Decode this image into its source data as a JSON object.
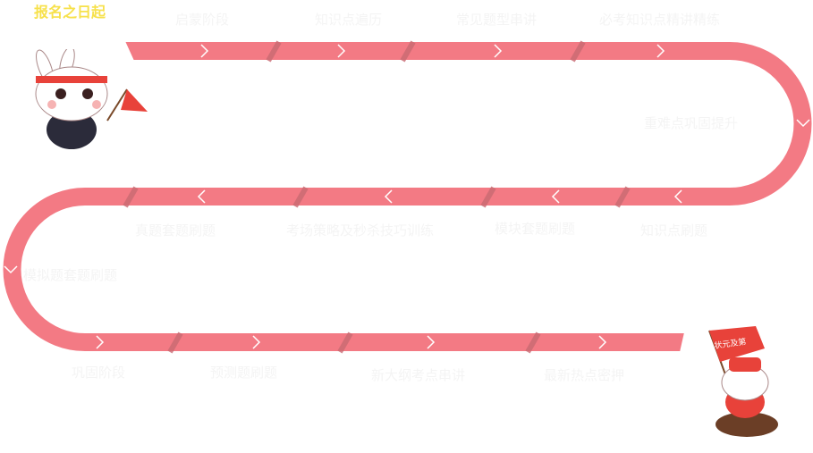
{
  "title": "报名之日起",
  "colors": {
    "track": "#f37a84",
    "stripe": "#c96a72",
    "label": "#f4f4f4",
    "title": "#f7e14b"
  },
  "row1": [
    "启蒙阶段",
    "知识点遍历",
    "常见题型串讲",
    "必考知识点精讲精练"
  ],
  "right_turn": "重难点巩固提升",
  "row2": [
    "知识点刷题",
    "模块套题刷题",
    "考场策略及秒杀技巧训练",
    "真题套题刷题"
  ],
  "left_turn": "模拟题套题刷题",
  "row3": [
    "巩固阶段",
    "预测题刷题",
    "新大纲考点串讲",
    "最新热点密押"
  ],
  "flag_text": "状元及第"
}
